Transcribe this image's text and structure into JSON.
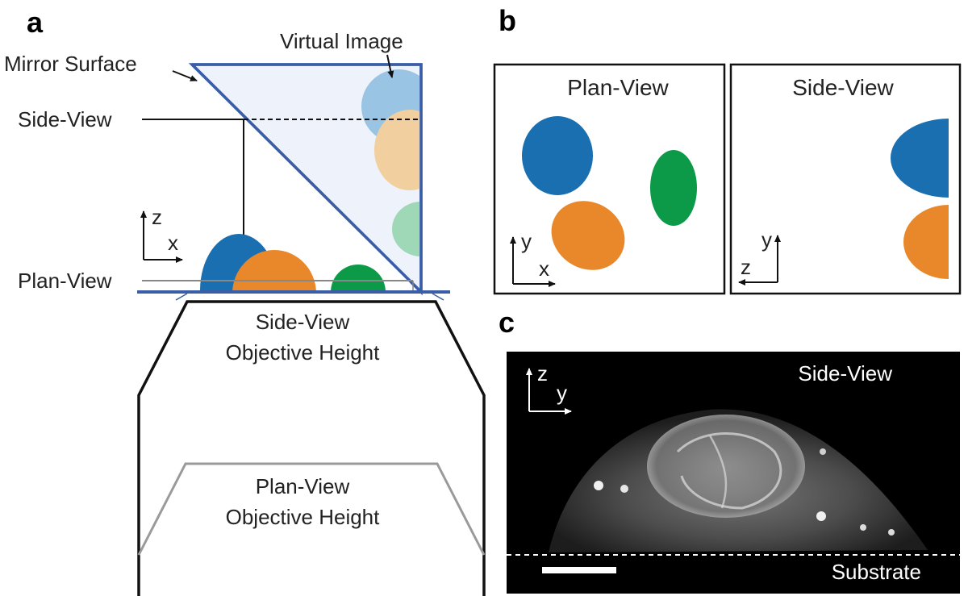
{
  "panels": {
    "a": "a",
    "b": "b",
    "c": "c"
  },
  "panel_a": {
    "virtual_image": "Virtual Image",
    "mirror_surface": "Mirror Surface",
    "side_view": "Side-View",
    "plan_view": "Plan-View",
    "axis_z": "z",
    "axis_x": "x",
    "side_obj_line1": "Side-View",
    "side_obj_line2": "Objective Height",
    "plan_obj_line1": "Plan-View",
    "plan_obj_line2": "Objective Height"
  },
  "panel_b": {
    "plan_title": "Plan-View",
    "side_title": "Side-View",
    "plan_axis_y": "y",
    "plan_axis_x": "x",
    "side_axis_y": "y",
    "side_axis_z": "z"
  },
  "panel_c": {
    "title": "Side-View",
    "axis_z": "z",
    "axis_y": "y",
    "substrate": "Substrate"
  },
  "colors": {
    "blue": "#1a6fb0",
    "orange": "#e8882a",
    "green": "#0c9a48",
    "light_blue": "#9ac4e4",
    "light_orange": "#f2cf9e",
    "light_green": "#9fd8b6",
    "mirror_edge": "#3a5da8",
    "mirror_fill": "#eef2fa"
  }
}
